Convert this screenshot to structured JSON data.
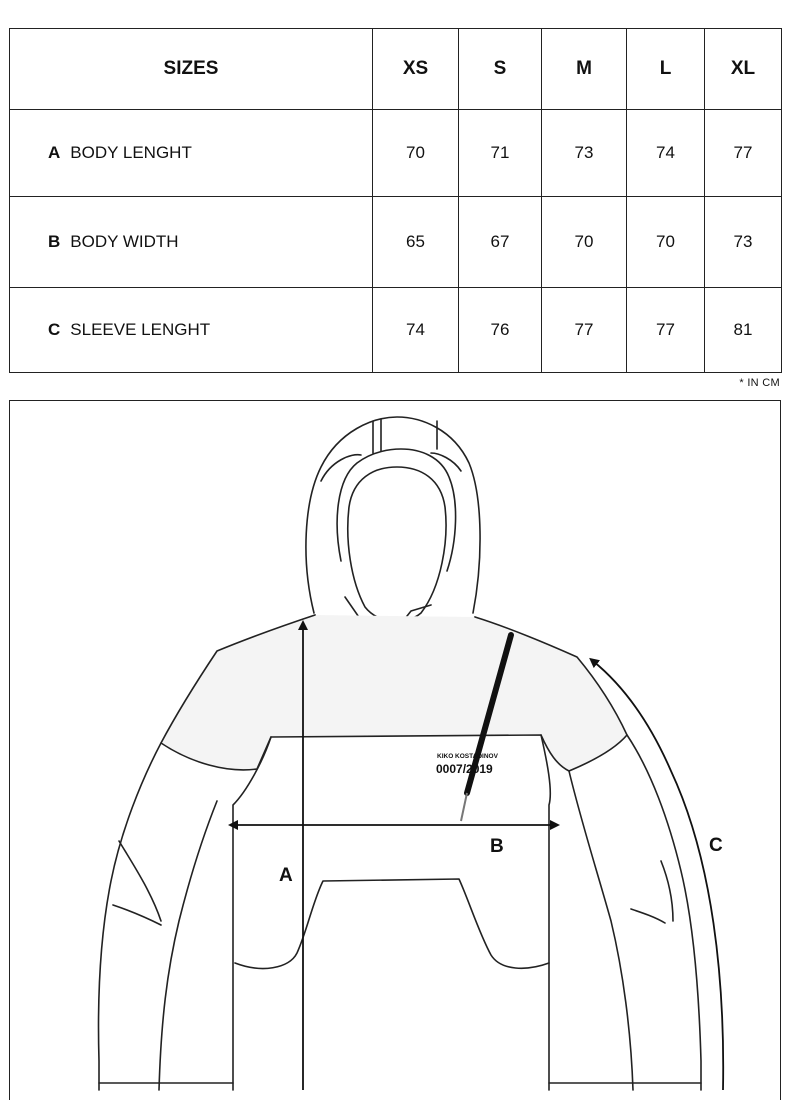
{
  "table": {
    "header": {
      "label": "SIZES",
      "sizes": [
        "XS",
        "S",
        "M",
        "L",
        "XL"
      ]
    },
    "rows": [
      {
        "letter": "A",
        "name": "BODY LENGHT",
        "values": [
          "70",
          "71",
          "73",
          "74",
          "77"
        ]
      },
      {
        "letter": "B",
        "name": "BODY WIDTH",
        "values": [
          "65",
          "67",
          "70",
          "70",
          "73"
        ]
      },
      {
        "letter": "C",
        "name": "SLEEVE LENGHT",
        "values": [
          "74",
          "76",
          "77",
          "77",
          "81"
        ]
      }
    ]
  },
  "unit_note": "* IN CM",
  "illustration": {
    "label_a": "A",
    "label_b": "B",
    "label_c": "C",
    "garment_brand": "KIKO KOSTADINOV",
    "garment_code": "0007/2019"
  }
}
